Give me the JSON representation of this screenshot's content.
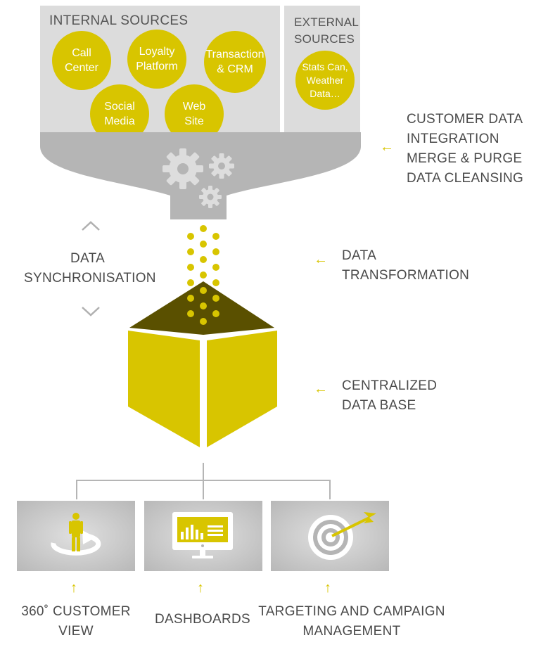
{
  "internal": {
    "title": "INTERNAL SOURCES",
    "circles": [
      {
        "label": "Call\nCenter"
      },
      {
        "label": "Loyalty\nPlatform"
      },
      {
        "label": "Transaction\n& CRM"
      },
      {
        "label": "Social\nMedia"
      },
      {
        "label": "Web\nSite"
      }
    ]
  },
  "external": {
    "title_line1": "EXTERNAL",
    "title_line2": "SOURCES",
    "circle": {
      "label": "Stats Can,\nWeather\nData…"
    }
  },
  "integration": {
    "lines": [
      "CUSTOMER DATA",
      "INTEGRATION",
      "MERGE & PURGE",
      "DATA CLEANSING"
    ]
  },
  "sync": {
    "lines": [
      "DATA",
      "SYNCHRONISATION"
    ]
  },
  "transformation": {
    "lines": [
      "DATA",
      "TRANSFORMATION"
    ]
  },
  "database": {
    "lines": [
      "CENTRALIZED",
      "DATA BASE"
    ]
  },
  "outputs": [
    {
      "lines": [
        "360˚ CUSTOMER",
        "VIEW"
      ],
      "icon": "person-rotate-icon"
    },
    {
      "lines": [
        "DASHBOARDS"
      ],
      "icon": "monitor-chart-icon"
    },
    {
      "lines": [
        "TARGETING AND CAMPAIGN",
        "MANAGEMENT"
      ],
      "icon": "target-arrow-icon"
    }
  ],
  "colors": {
    "accent": "#d8c500",
    "dark_olive": "#5a5000",
    "panel": "#dcdcdc",
    "funnel": "#b5b5b5",
    "text": "#4a4a4a"
  }
}
